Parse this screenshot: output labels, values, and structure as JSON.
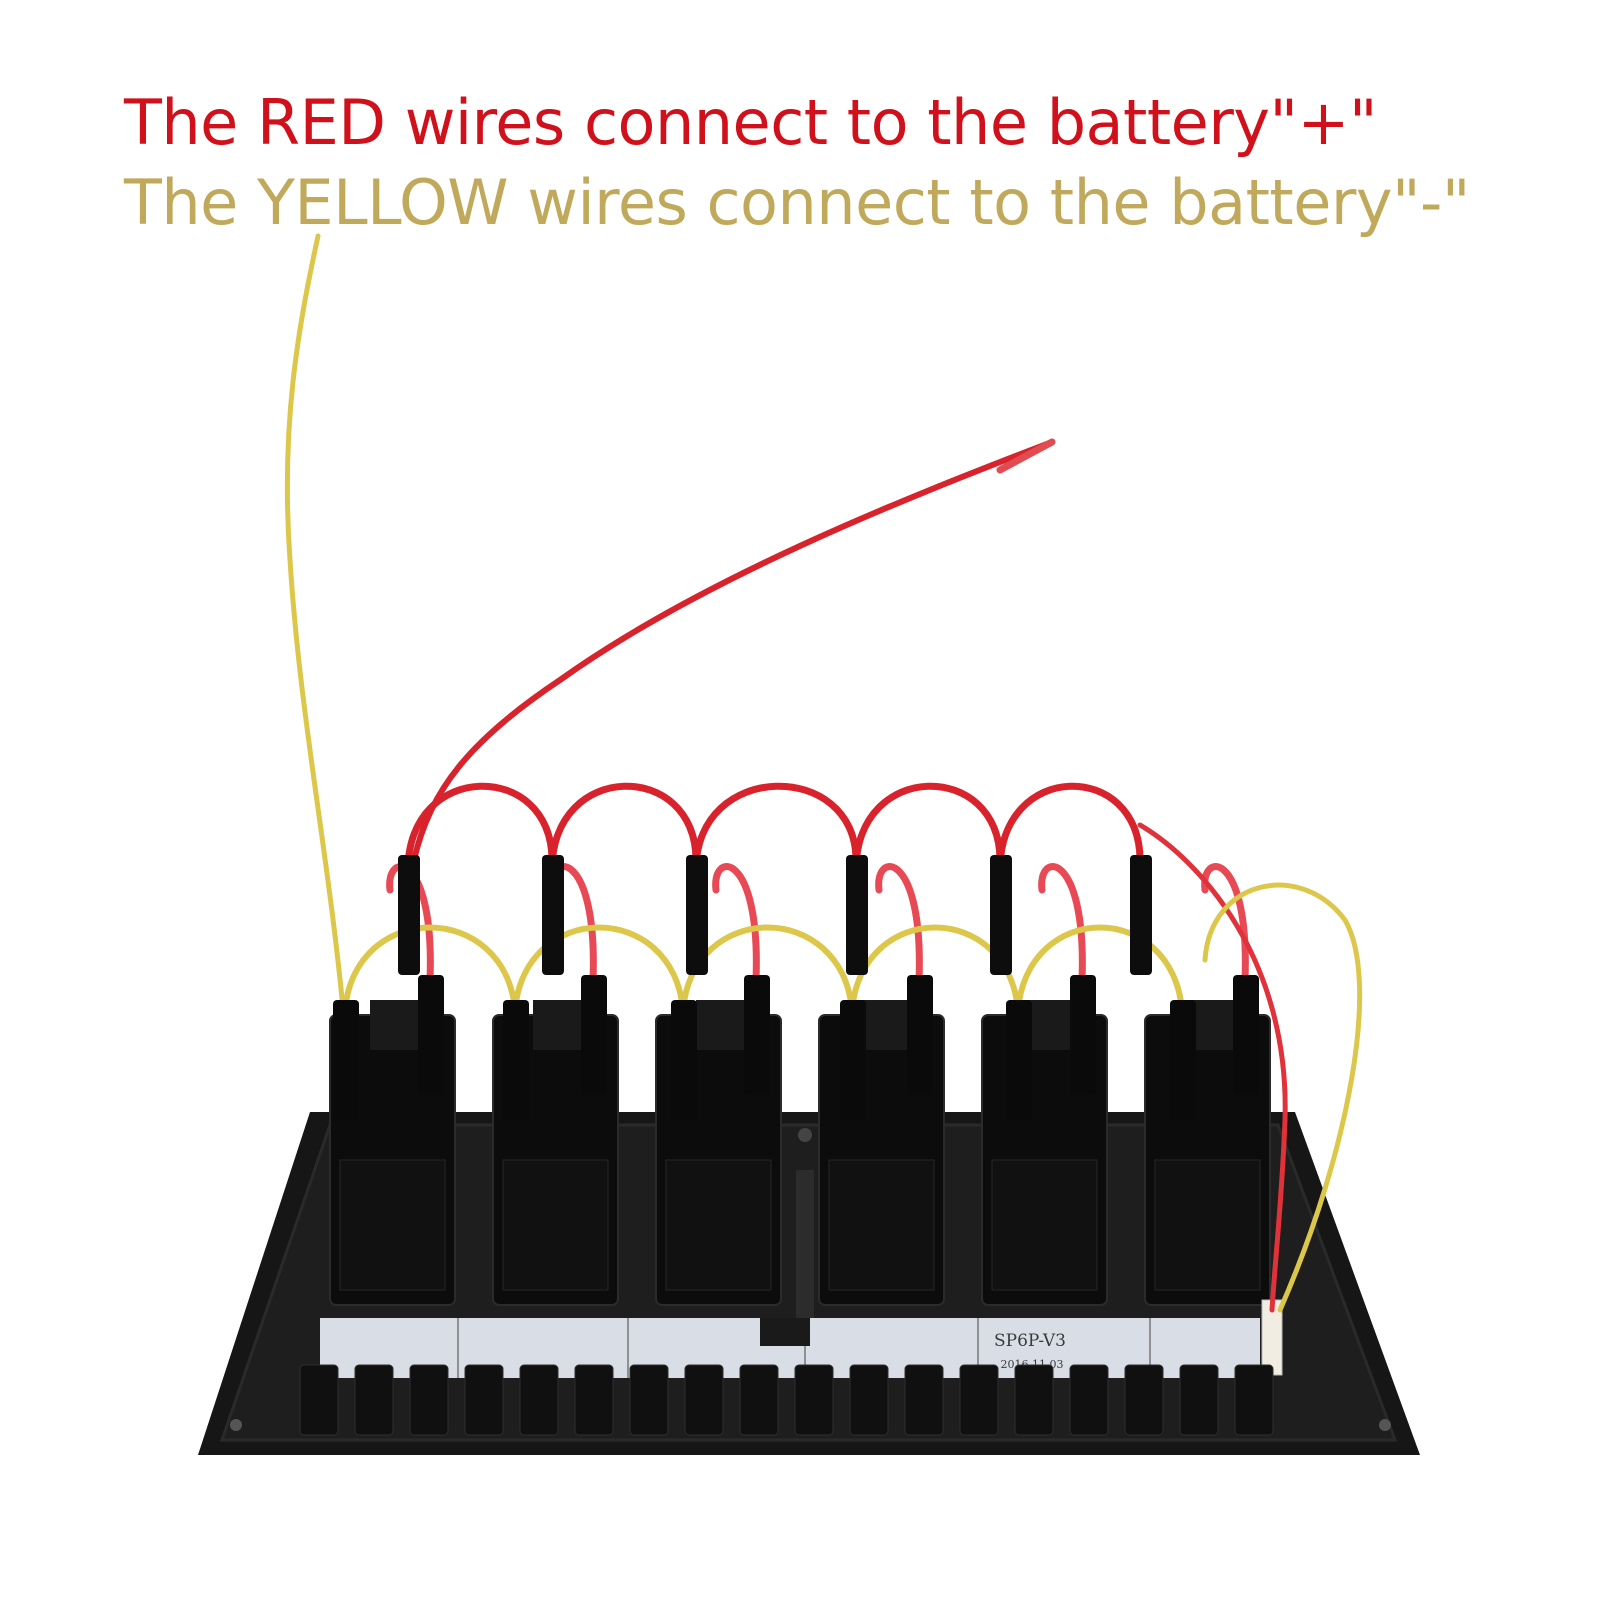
{
  "captions": {
    "red_line": "The RED wires connect to the battery\"+\"",
    "yellow_line": "The YELLOW wires connect to the battery\"-\""
  },
  "colors": {
    "red_text": "#d0101a",
    "yellow_text": "#c0a95a",
    "red_wire": "#d8222c",
    "red_wire_light": "#e84a55",
    "yellow_wire": "#dcc74a",
    "panel": "#141414",
    "pcb": "#d9dde6"
  },
  "pcb": {
    "model": "SP6P-V3",
    "date": "2016.11.03"
  },
  "switch_count": 6
}
